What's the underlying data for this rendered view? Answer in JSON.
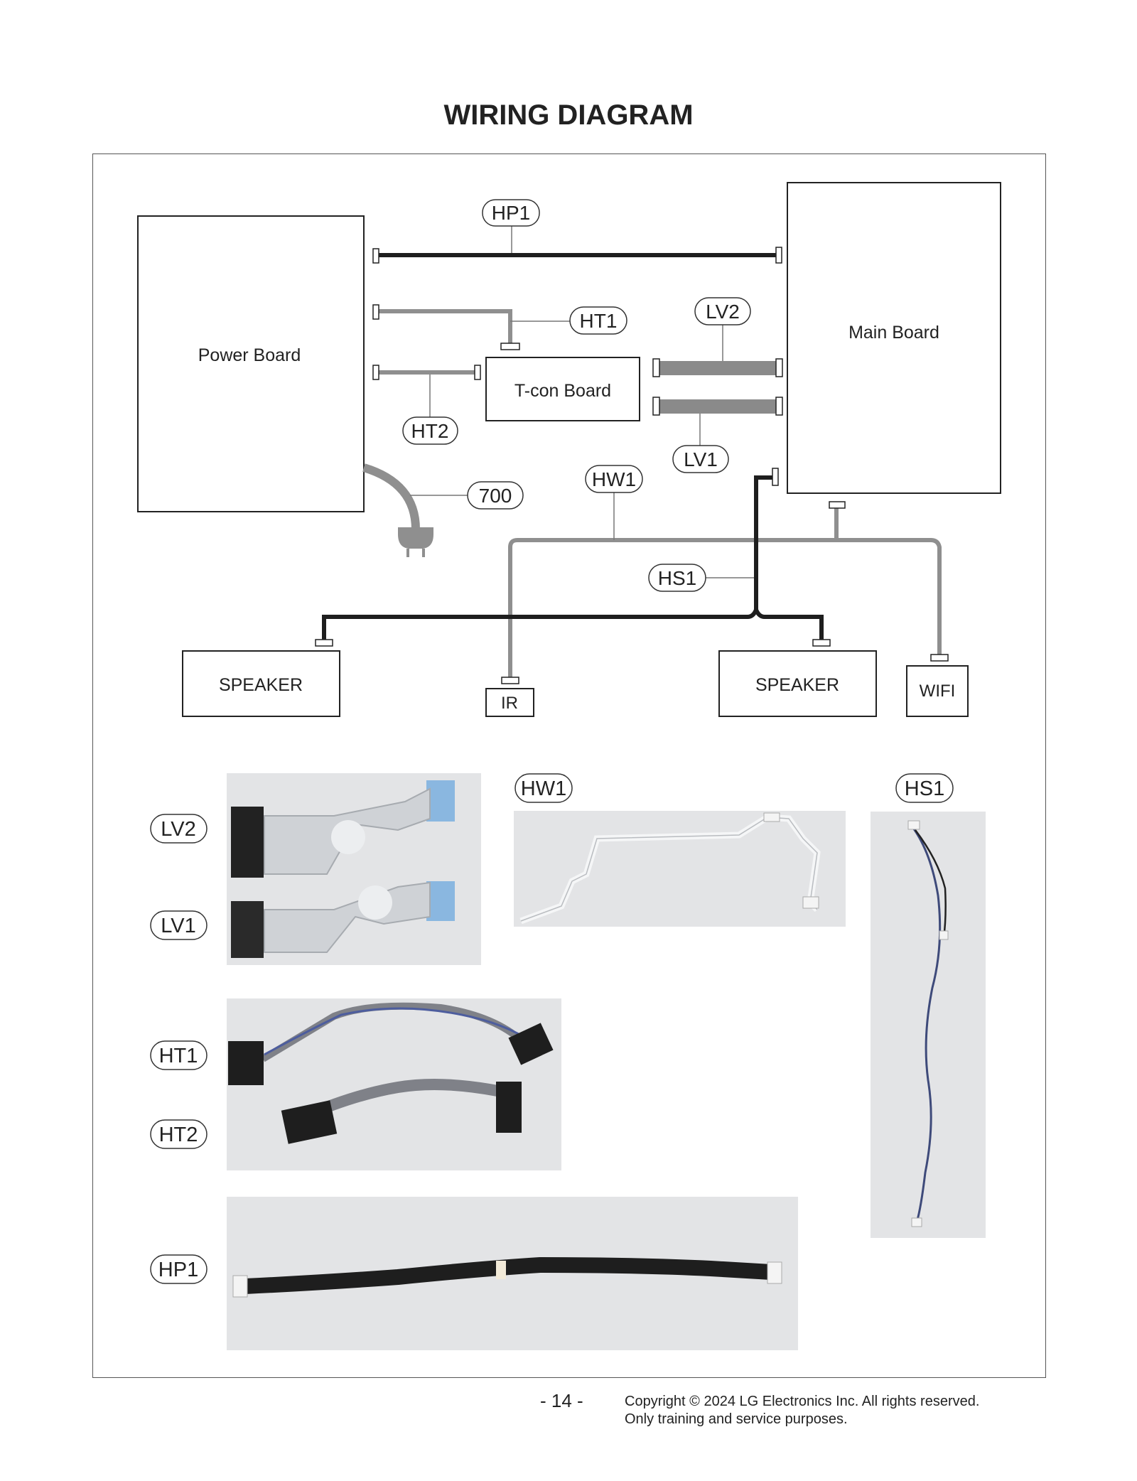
{
  "page": {
    "title": "WIRING DIAGRAM",
    "page_number": "- 14 -",
    "copyright_line1": "Copyright © 2024 LG Electronics Inc. All rights reserved.",
    "copyright_line2": "Only training and service purposes."
  },
  "boards": {
    "power": "Power Board",
    "main": "Main Board",
    "tcon": "T-con Board",
    "speaker_left": "SPEAKER",
    "speaker_right": "SPEAKER",
    "ir": "IR",
    "wifi": "WIFI"
  },
  "wire_labels": {
    "hp1": "HP1",
    "ht1": "HT1",
    "ht2": "HT2",
    "lv1": "LV1",
    "lv2": "LV2",
    "hw1": "HW1",
    "hs1": "HS1",
    "cord": "700"
  },
  "photo_labels": {
    "lv2": "LV2",
    "lv1": "LV1",
    "hw1": "HW1",
    "hs1": "HS1",
    "ht1": "HT1",
    "ht2": "HT2",
    "hp1": "HP1"
  },
  "colors": {
    "cable_black": "#1e1e1e",
    "cable_gray": "#8f8f8f",
    "photo_background": "#e3e4e6"
  }
}
